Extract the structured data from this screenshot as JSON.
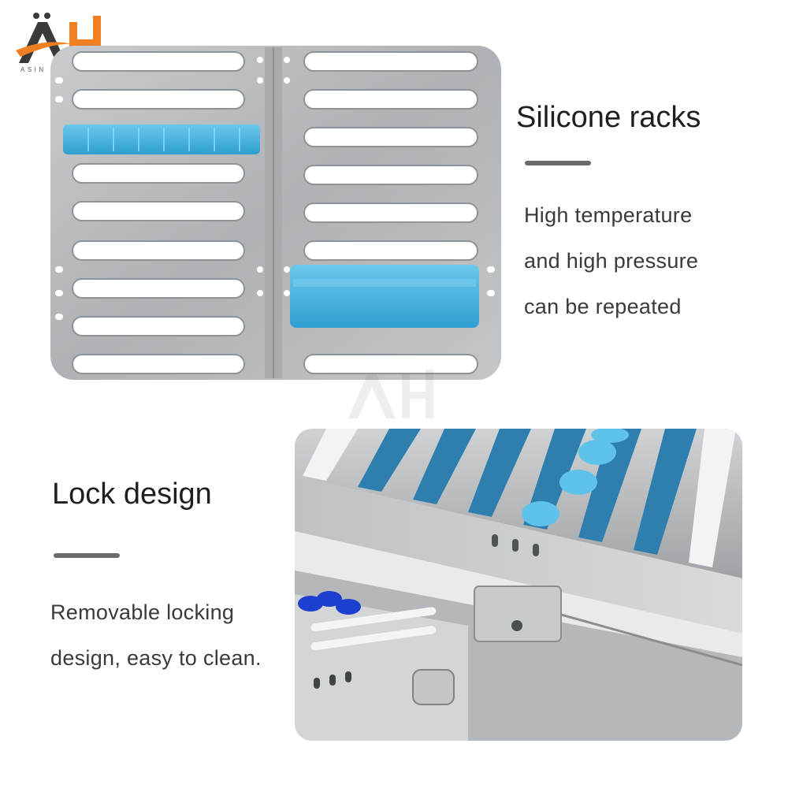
{
  "brand": {
    "logo_text": "ÄH",
    "logo_subtext": "ASIN DENTAL",
    "colors": {
      "orange": "#f07f22",
      "dark": "#3a3a3a"
    }
  },
  "section_racks": {
    "title": "Silicone racks",
    "lines": [
      "High temperature",
      "and high pressure",
      "can be repeated"
    ]
  },
  "section_lock": {
    "title": "Lock design",
    "lines": [
      "Removable locking",
      "design, easy to clean."
    ]
  },
  "images": {
    "top": "stainless-steel-sterilization-tray-with-blue-silicone-racks",
    "bottom": "tray-lock-closeup"
  },
  "accent_colors": {
    "silicone_blue": "#4fb4de",
    "steel": "#b9bcbf",
    "rule": "#6b6b6b"
  }
}
